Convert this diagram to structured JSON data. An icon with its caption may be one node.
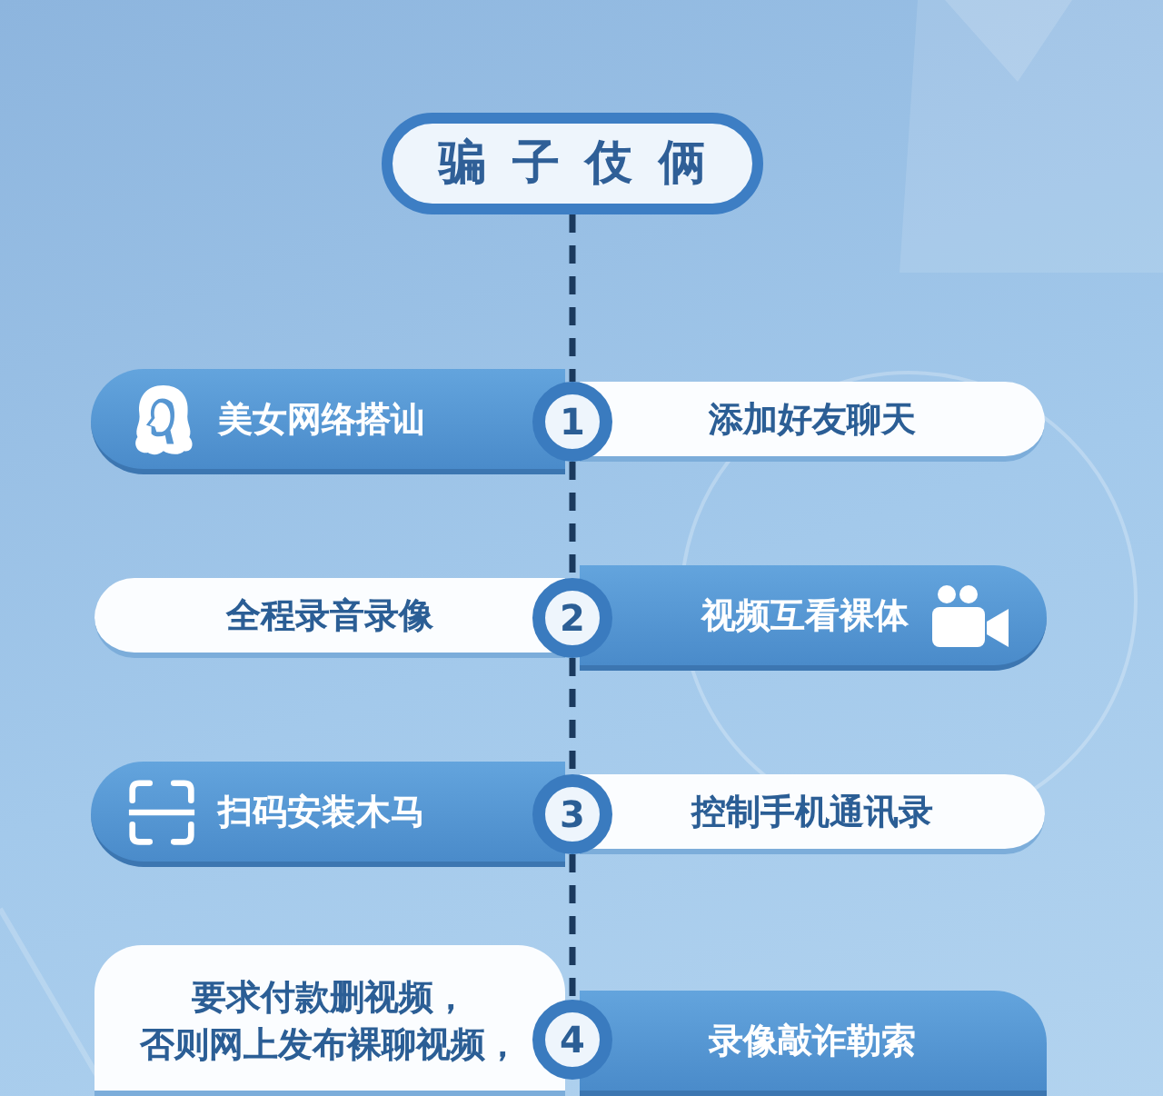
{
  "diagram": {
    "nodes": [
      {
        "text": [
          "骗子伎俩"
        ]
      },
      {
        "text": [
          "美女网络搭讪"
        ]
      },
      {
        "text": [
          "1"
        ]
      },
      {
        "text": [
          "添加好友聊天"
        ]
      },
      {
        "text": [
          "全程录音录像"
        ]
      },
      {
        "text": [
          "2"
        ]
      },
      {
        "text": [
          "视频互看裸体"
        ]
      },
      {
        "text": [
          "扫码安装木马"
        ]
      },
      {
        "text": [
          "3"
        ]
      },
      {
        "text": [
          "控制手机通讯录"
        ]
      },
      {
        "text": [
          "要求付款删视频，否则网上发布裸聊视频，"
        ]
      },
      {
        "text": [
          "4"
        ]
      },
      {
        "text": [
          "录像敲诈勒索"
        ]
      }
    ],
    "edges": [
      {
        "from": 0,
        "to": 2,
        "arrow": "none",
        "style": "dashed"
      },
      {
        "from": 2,
        "to": 5,
        "arrow": "none",
        "style": "dashed"
      },
      {
        "from": 5,
        "to": 8,
        "arrow": "none",
        "style": "dashed"
      },
      {
        "from": 8,
        "to": 11,
        "arrow": "none",
        "style": "dashed"
      }
    ]
  }
}
